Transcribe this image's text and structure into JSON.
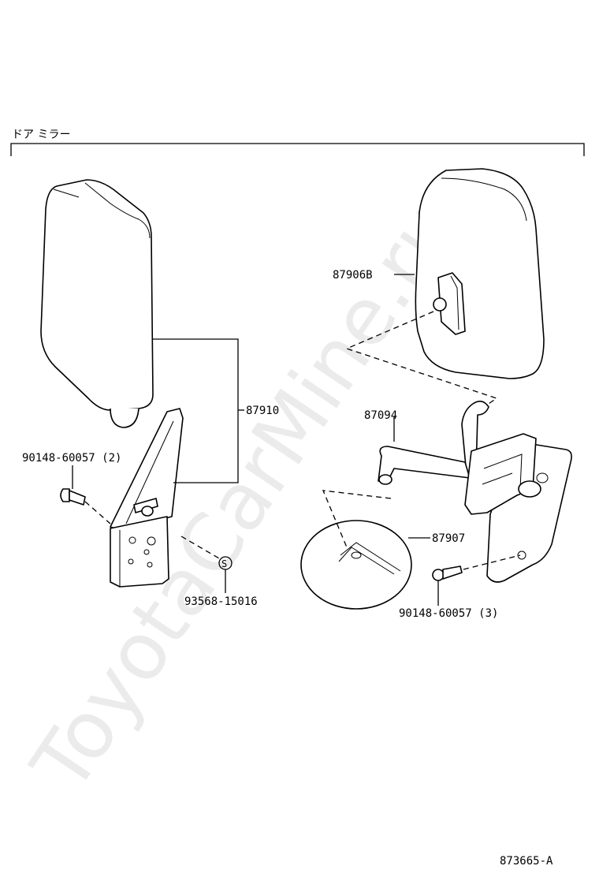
{
  "section_title": "ドア ミラー",
  "watermark": "ToyotaCarMine.ru",
  "parts": [
    {
      "part_no": "87910"
    },
    {
      "part_no": "90148-60057 (2)"
    },
    {
      "part_no": "93568-15016",
      "symbol": "S"
    },
    {
      "part_no": "87906B"
    },
    {
      "part_no": "87094"
    },
    {
      "part_no": "87907"
    },
    {
      "part_no": "90148-60057 (3)"
    }
  ],
  "diagram_id": "873665-A"
}
